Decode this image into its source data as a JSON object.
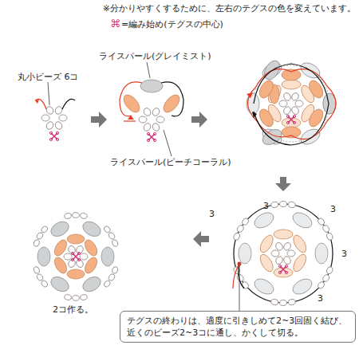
{
  "diagram": {
    "nodes": [
      {
        "text": [
          "テグスの終わりは、適度に引きしめて2~3回固く結び、近くのビーズ2~3コに通し、かくして切る。"
        ]
      }
    ],
    "labels": [
      "※分かりやすくするために、左右のテグスの色を変えています。",
      "⌘",
      "=編み始め(テグスの中心)",
      "ライスパール(グレイミスト)",
      "丸小ビーズ 6コ",
      "ライスパール(ピーチコーラル)",
      "3",
      "3",
      "3",
      "3",
      "3",
      "2コ作る。"
    ]
  }
}
